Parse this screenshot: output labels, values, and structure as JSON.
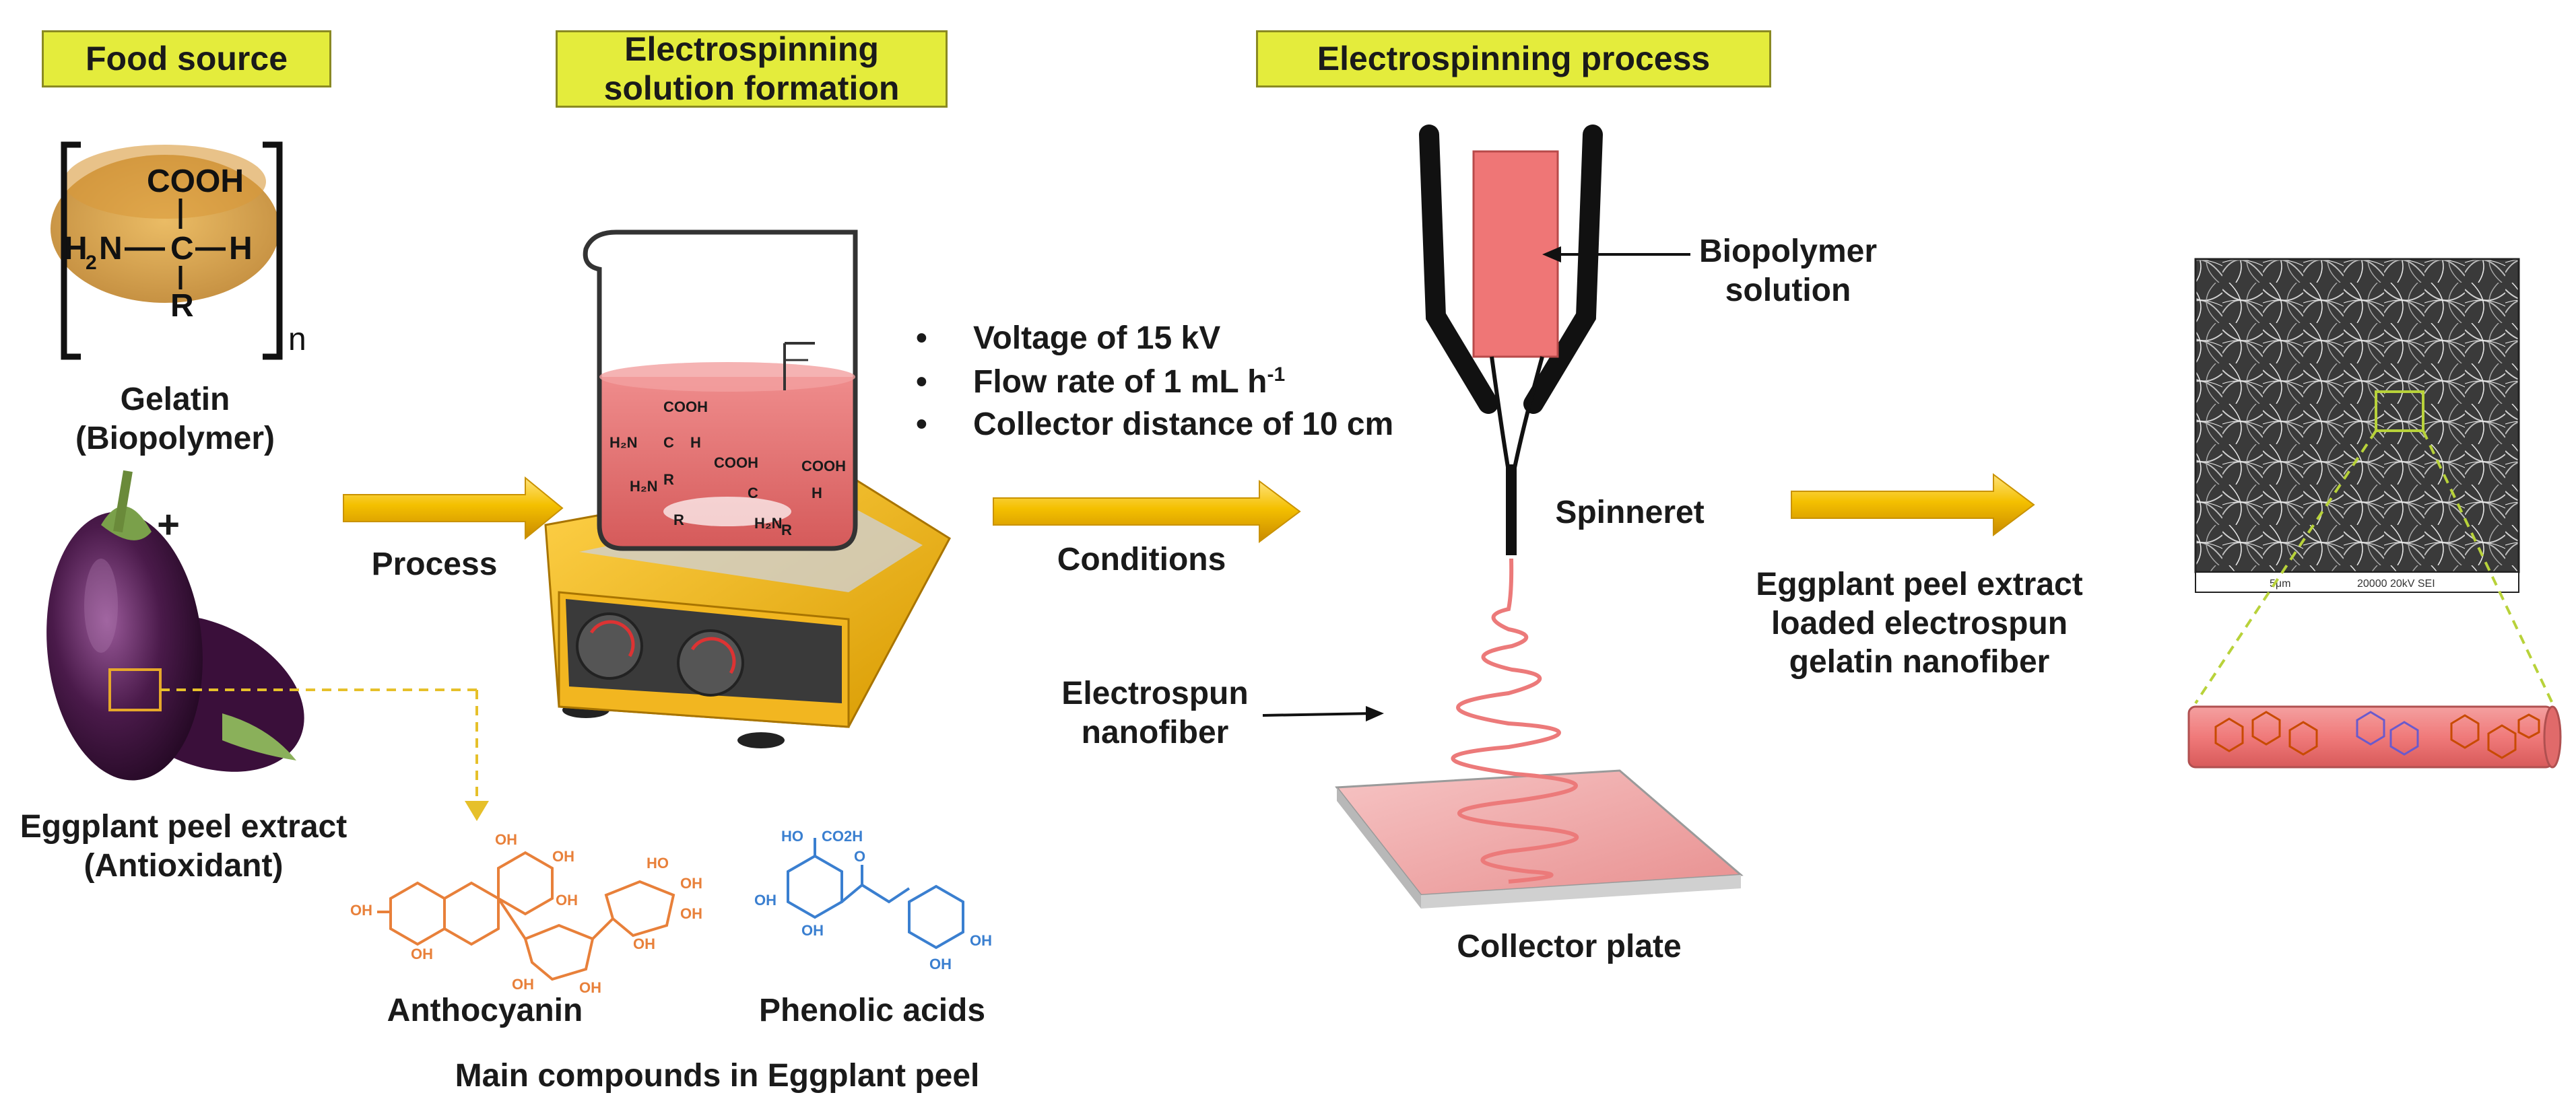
{
  "headers": {
    "food_source": "Food source",
    "solution_line1": "Electrospinning",
    "solution_line2": "solution formation",
    "process": "Electrospinning process"
  },
  "gelatin": {
    "line1": "Gelatin",
    "line2": "(Biopolymer)",
    "plus": "+",
    "structure": {
      "top": "COOH",
      "left": "H",
      "sub": "2",
      "n": "N",
      "c": "C",
      "right": "H",
      "bottom": "R",
      "repeat": "n"
    }
  },
  "eggplant": {
    "line1": "Eggplant peel extract",
    "line2": "(Antioxidant)"
  },
  "compounds": {
    "anthocyanin": "Anthocyanin",
    "phenolic": "Phenolic acids",
    "caption": "Main compounds in Eggplant peel",
    "phenolic_groups": {
      "ho": "HO",
      "co2h": "CO2H",
      "oh1": "OH",
      "oh2": "OH",
      "oh3": "OH",
      "oh4": "OH",
      "o": "O"
    },
    "antho_groups": [
      "OH",
      "OH",
      "OH",
      "OH",
      "OH",
      "OH",
      "OH",
      "HO",
      "OH",
      "OH",
      "OH"
    ]
  },
  "arrows": {
    "process": "Process",
    "conditions": "Conditions"
  },
  "conditions": {
    "voltage": "Voltage of 15 kV",
    "flow_prefix": "Flow rate of 1 mL h",
    "flow_sup": "-1",
    "distance": "Collector distance of 10 cm",
    "bullet": "•"
  },
  "beaker": {
    "groups": [
      "COOH",
      "H₂N",
      "C",
      "H",
      "R",
      "COOH",
      "H₂N",
      "C",
      "H",
      "R",
      "COOH",
      "H₂N",
      "R"
    ]
  },
  "apparatus": {
    "biopolymer_line1": "Biopolymer",
    "biopolymer_line2": "solution",
    "spinneret": "Spinneret",
    "nanofiber_line1": "Electrospun",
    "nanofiber_line2": "nanofiber",
    "collector": "Collector plate"
  },
  "result": {
    "line1": "Eggplant peel extract",
    "line2": "loaded electrospun",
    "line3": "gelatin nanofiber",
    "sem_scale": "5μm",
    "sem_info": "20000  20kV  SEI"
  },
  "colors": {
    "header_fill": "#e4ec3c",
    "arrow_gold": "#f0b400",
    "solution_pink": "#e06a6a",
    "anthocyanin_orange": "#e8803a",
    "phenolic_blue": "#3a7fd0",
    "eggplant_purple": "#4a1a4a",
    "hotplate_yellow": "#f0b820",
    "dashed_guide": "#e6c02a"
  }
}
